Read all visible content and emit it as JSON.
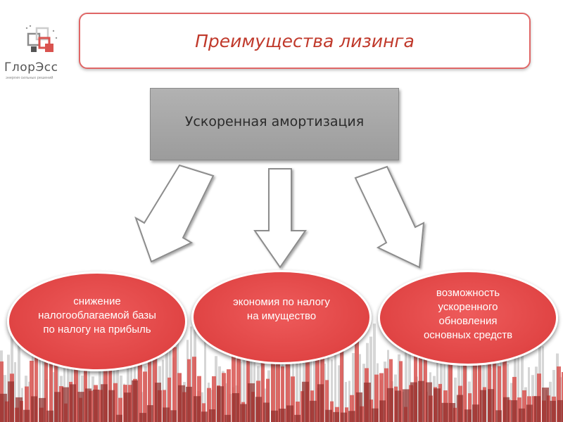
{
  "logo": {
    "name": "ГлорЭсс",
    "tagline": "энергия сильных решений"
  },
  "title": "Преимущества лизинга",
  "main_box": "Ускоренная амортизация",
  "benefits": [
    "снижение налогооблагаемой базы по налогу на прибыль",
    "экономия по налогу на имущество",
    "возможность ускоренного обновления основных средств"
  ],
  "colors": {
    "accent": "#c0392b",
    "oval_fill": "#e04444",
    "box_fill": "#a8a8a8",
    "skyline_red": "#d9534f",
    "skyline_gray": "#bdbdbd"
  }
}
